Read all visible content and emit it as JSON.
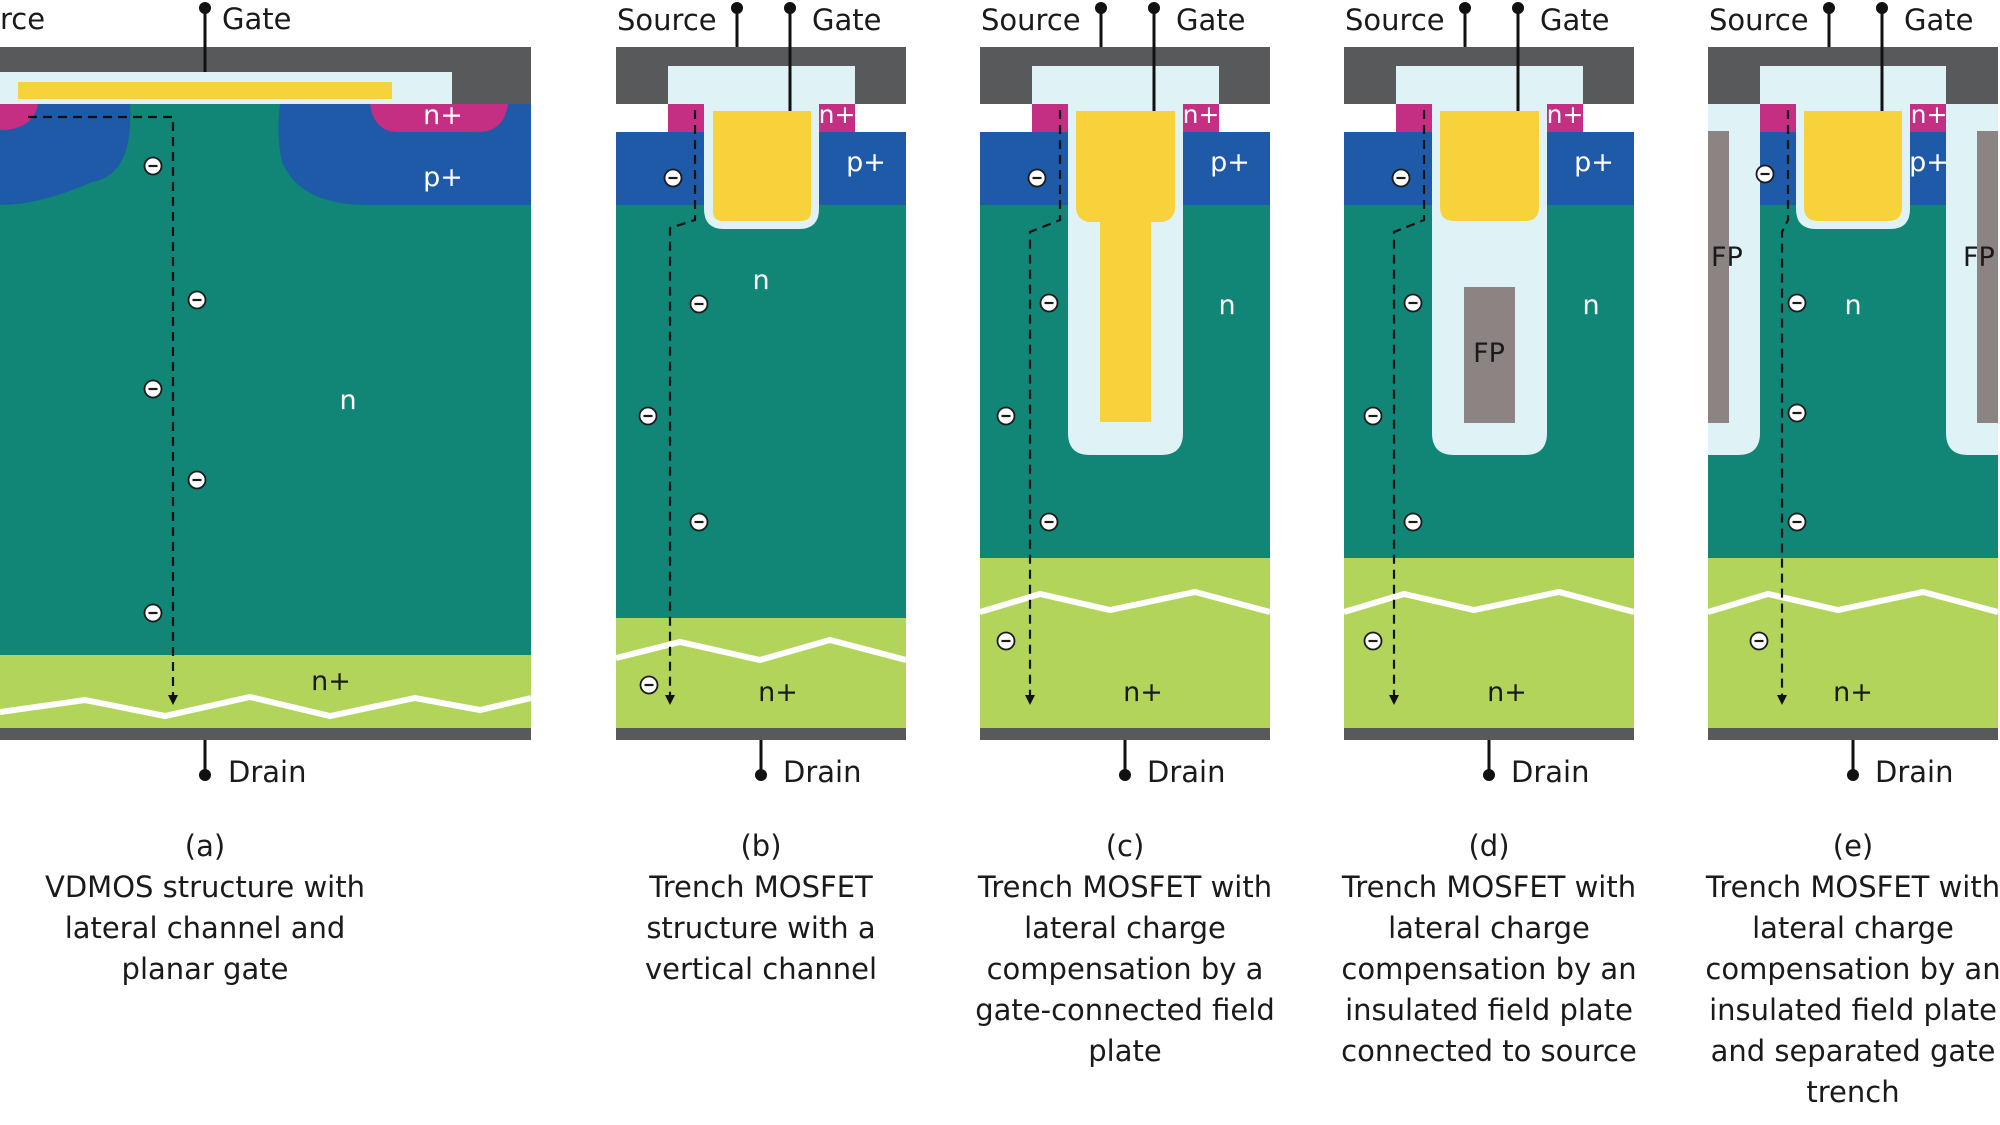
{
  "colors": {
    "metal": "#58595b",
    "oxide": "#dff3f6",
    "gate": "#f8d23a",
    "n_drift": "#118576",
    "p_plus": "#1e5aa8",
    "n_plus_source": "#c42e83",
    "n_plus_substrate": "#b3d45b",
    "field_plate": "#8b8483"
  },
  "labels": {
    "source": "Source",
    "gate": "Gate",
    "drain": "Drain",
    "n": "n",
    "n_plus": "n+",
    "p_plus": "p+",
    "fp": "FP",
    "source_cut": "rce"
  },
  "panels": [
    {
      "id": "a",
      "letter": "(a)",
      "description": "VDMOS structure with lateral channel and planar gate"
    },
    {
      "id": "b",
      "letter": "(b)",
      "description": "Trench MOSFET structure with a vertical channel"
    },
    {
      "id": "c",
      "letter": "(c)",
      "description": "Trench MOSFET with lateral charge compensation by a gate-connected field plate"
    },
    {
      "id": "d",
      "letter": "(d)",
      "description": "Trench MOSFET with lateral charge compensation by an insulated field plate connected to source"
    },
    {
      "id": "e",
      "letter": "(e)",
      "description": "Trench MOSFET with lateral charge compensation by an insulated field plate and separated gate trench"
    }
  ]
}
